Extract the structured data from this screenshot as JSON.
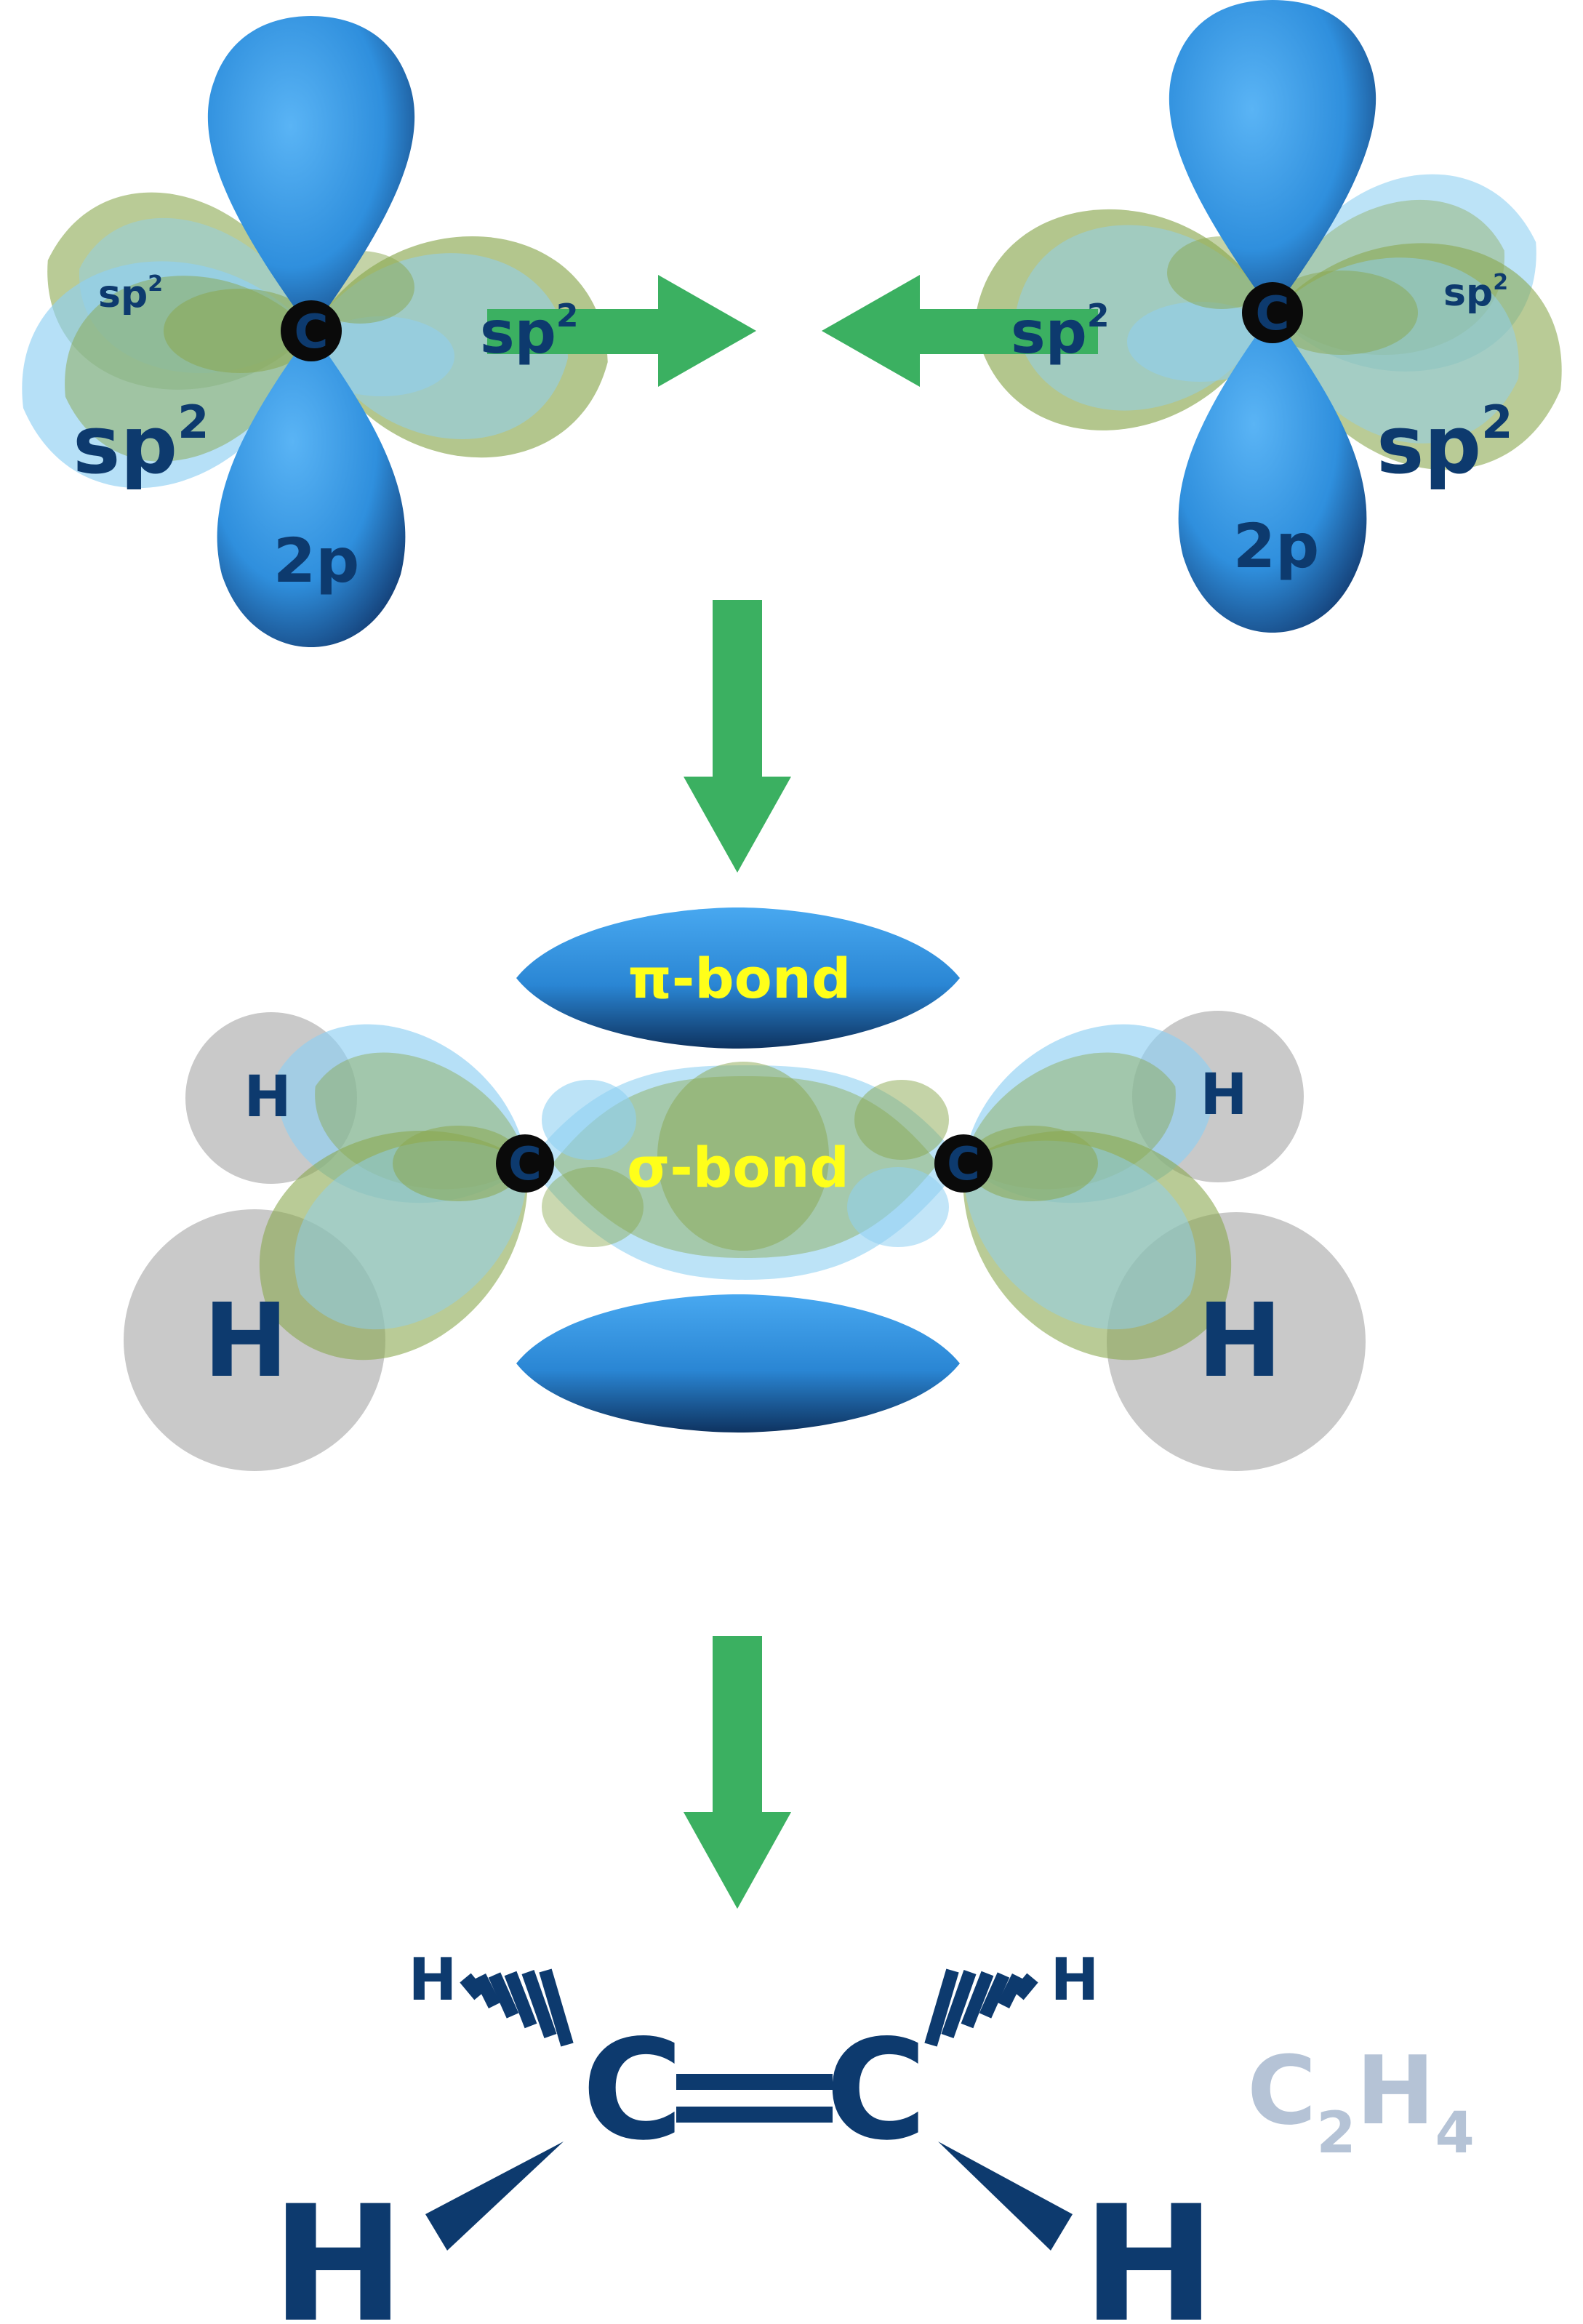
{
  "colors": {
    "navy": "#0d3a6e",
    "p_blue": "#3f9fe6",
    "sp2_green": "#8aa850",
    "sp2_cyan": "#8fd0f2",
    "arrow_green": "#3bb061",
    "bond_label": "#ffff1a",
    "h_gray": "#c9c9c9",
    "formula_gray": "#b5c3d6"
  },
  "carbon_left": {
    "atom": "C",
    "label_p": "2p",
    "label_sp2_large": "sp",
    "label_sp2_small": "sp",
    "label_sp2_right": "sp",
    "sup": "2"
  },
  "carbon_right": {
    "atom": "C",
    "label_p": "2p",
    "label_sp2_large": "sp",
    "label_sp2_small": "sp",
    "label_sp2_left": "sp",
    "sup": "2"
  },
  "bonded": {
    "pi_label": "π-bond",
    "sigma_label": "σ-bond",
    "atom_c": "C",
    "h_top_left": "H",
    "h_bottom_left": "H",
    "h_top_right": "H",
    "h_bottom_right": "H"
  },
  "structure": {
    "c_left": "C",
    "c_right": "C",
    "h_top_left": "H",
    "h_top_right": "H",
    "h_bottom_left": "H",
    "h_bottom_right": "H"
  },
  "formula": {
    "c": "C",
    "c_sub": "2",
    "h": "H",
    "h_sub": "4"
  },
  "icons": [
    "arrow-right-icon",
    "arrow-left-icon",
    "arrow-down-icon"
  ]
}
